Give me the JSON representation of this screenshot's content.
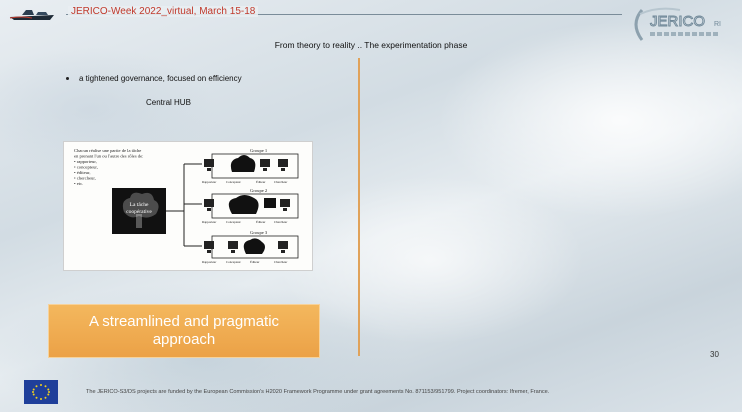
{
  "header": {
    "event_title": "JERICO-Week 2022_virtual, March 15-18",
    "logo_text": "JERICO",
    "logo_suffix": "RI"
  },
  "slide": {
    "subtitle": "From theory to reality .. The experimentation phase",
    "bullet": "a tightened governance, focused on efficiency",
    "hub_label": "Central HUB",
    "banner_text": "A streamlined and pragmatic approach",
    "page_number": "30"
  },
  "figure": {
    "intro_lines": [
      "Chacun réalise une partie de la tâche",
      "en prenant l'un ou l'autre des rôles de:",
      "• rapporteur,",
      "• concepteur,",
      "• éditeur,",
      "• chercheur,",
      "• etc."
    ],
    "center_label_1": "La tâche",
    "center_label_2": "coopérative",
    "groups": [
      "Groupe 1",
      "Groupe 2",
      "Groupe 3"
    ],
    "roles": [
      "Rapporteur",
      "Concepteur",
      "Éditeur",
      "Chercheur"
    ]
  },
  "footer": {
    "text": "The JERICO-S3/DS projects are funded by the European Commission's H2020 Framework Programme under grant agreements No. 871153/951799. Project coordinators: Ifremer, France."
  },
  "colors": {
    "accent_red": "#c0392b",
    "banner_orange": "#eba146",
    "divider_orange": "#e0a25a"
  }
}
